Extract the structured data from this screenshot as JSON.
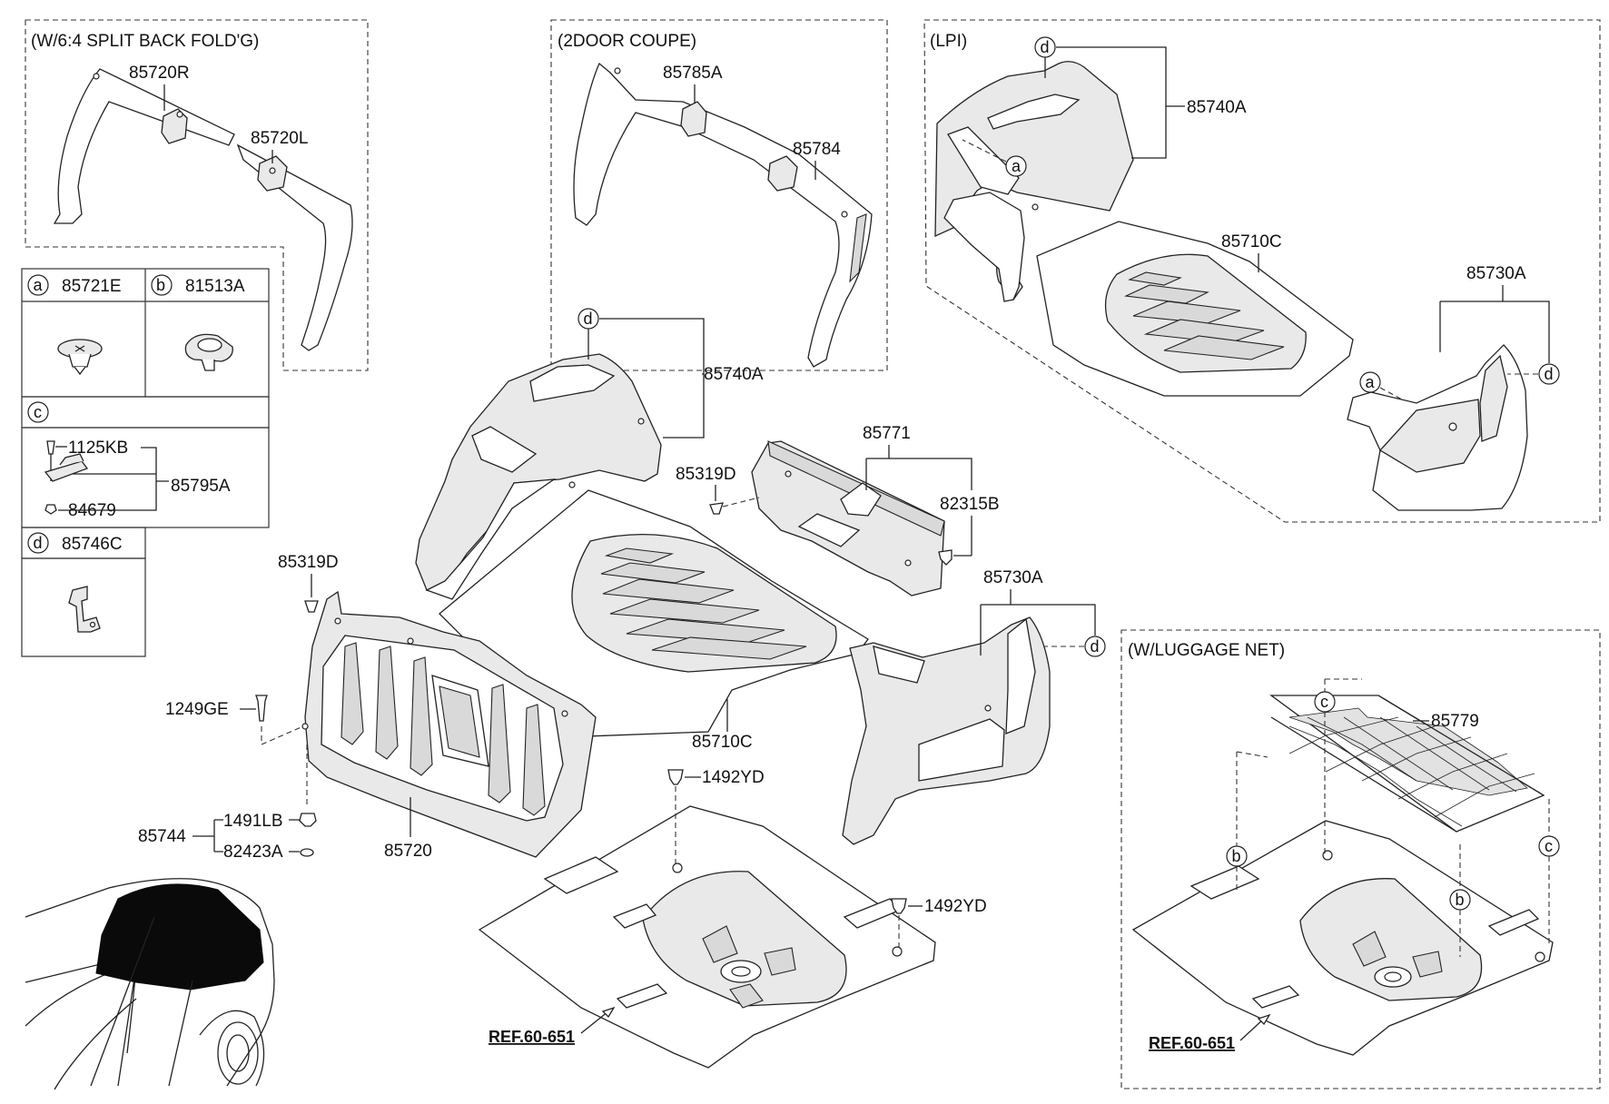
{
  "sections": {
    "split_back": "(W/6:4 SPLIT BACK FOLD'G)",
    "coupe": "(2DOOR COUPE)",
    "lpi": "(LPI)",
    "luggage_net": "(W/LUGGAGE NET)"
  },
  "legend": {
    "a": {
      "letter": "a",
      "part": "85721E"
    },
    "b": {
      "letter": "b",
      "part": "81513A"
    },
    "c": {
      "letter": "c",
      "parts": [
        "1125KB",
        "85795A",
        "84679"
      ]
    },
    "d": {
      "letter": "d",
      "part": "85746C"
    }
  },
  "parts": {
    "p85720R": "85720R",
    "p85720L": "85720L",
    "p85785A": "85785A",
    "p85784": "85784",
    "p85740A_lpi": "85740A",
    "p85710C_lpi": "85710C",
    "p85730A_lpi": "85730A",
    "p85740A": "85740A",
    "p85771": "85771",
    "p85319D_top": "85319D",
    "p82315B": "82315B",
    "p85319D_left": "85319D",
    "p85730A": "85730A",
    "p85710C": "85710C",
    "p1249GE": "1249GE",
    "p1491LB": "1491LB",
    "p85744": "85744",
    "p82423A": "82423A",
    "p85720": "85720",
    "p1492YD_top": "1492YD",
    "p1492YD_bottom": "1492YD",
    "p85779": "85779"
  },
  "refs": {
    "ref_main": "REF.60-651",
    "ref_net": "REF.60-651"
  },
  "markers": {
    "a": "a",
    "b": "b",
    "c": "c",
    "d": "d"
  }
}
